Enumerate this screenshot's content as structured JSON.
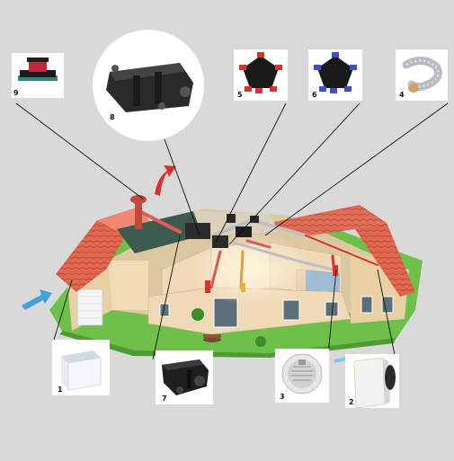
{
  "callouts": [
    {
      "number": "1",
      "component": "air-inlet-box-icon"
    },
    {
      "number": "2",
      "component": "wall-vent-panel-icon"
    },
    {
      "number": "3",
      "component": "round-extract-grille-icon"
    },
    {
      "number": "4",
      "component": "flexible-duct-icon"
    },
    {
      "number": "5",
      "component": "red-distribution-box-icon"
    },
    {
      "number": "6",
      "component": "blue-distribution-box-icon"
    },
    {
      "number": "7",
      "component": "extract-fan-unit-icon"
    },
    {
      "number": "8",
      "component": "heat-recovery-unit-icon"
    },
    {
      "number": "9",
      "component": "roof-outlet-icon"
    }
  ],
  "colors": {
    "background": "#d9d9d9",
    "roof_tile": "#e0674f",
    "wall": "#efd9b6",
    "lawn": "#6fc04a",
    "supply_arrow": "#3fa3e0",
    "exhaust_arrow": "#d8322b",
    "extract_duct": "#e35a5a",
    "supply_duct": "#8080d8"
  }
}
